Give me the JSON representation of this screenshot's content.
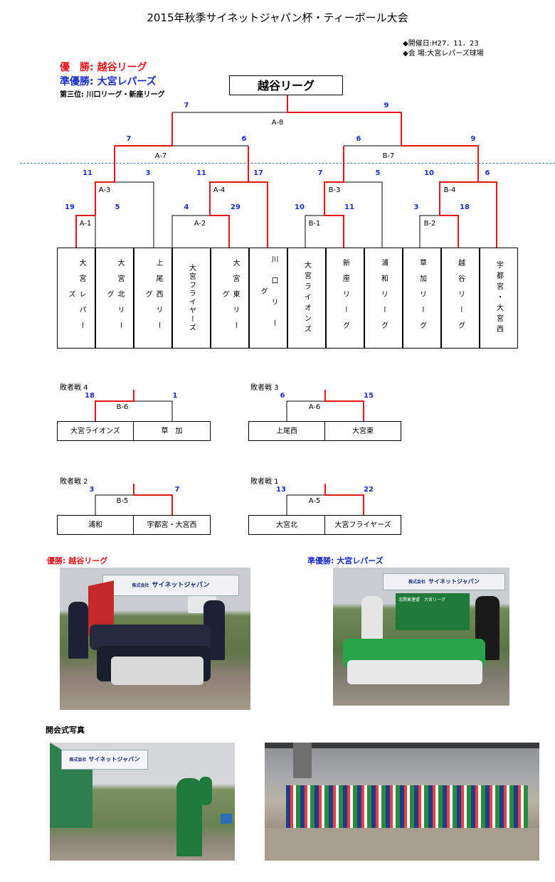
{
  "title": "2015年秋季サイネットジャパン杯・ティーボール大会",
  "info": {
    "date": "◆開催日:H27．11．23",
    "venue": "◆会 場:大宮レパーズ球場"
  },
  "results": {
    "champion": "優　勝: 越谷リーグ",
    "runner_up": "準優勝: 大宮レパーズ",
    "third": "第三位: 川口リーグ・新座リーグ"
  },
  "bracket": {
    "champion_box": "越谷リーグ",
    "final": {
      "label": "A-8",
      "left": "7",
      "right": "9"
    },
    "semis": [
      {
        "label": "A-7",
        "left": "7",
        "right": "6"
      },
      {
        "label": "B-7",
        "left": "6",
        "right": "9"
      }
    ],
    "quarters": [
      {
        "label": "A-3",
        "left": "11",
        "right": "3"
      },
      {
        "label": "A-4",
        "left": "11",
        "right": "17"
      },
      {
        "label": "B-3",
        "left": "7",
        "right": "5"
      },
      {
        "label": "B-4",
        "left": "10",
        "right": "6"
      }
    ],
    "firsts": [
      {
        "label": "A-1",
        "left": "19",
        "right": "5"
      },
      {
        "label": "A-2",
        "left": "4",
        "right": "29"
      },
      {
        "label": "B-1",
        "left": "10",
        "right": "11"
      },
      {
        "label": "B-2",
        "left": "3",
        "right": "18"
      }
    ],
    "teams": [
      "大宮レパーズ",
      "大宮北リーグ",
      "上尾西リーグ",
      "大宮フライヤーズ",
      "大宮東リーグ",
      "川口リーグ",
      "大宮ライオンズ",
      "新座リーグ",
      "浦和リーグ",
      "草加リーグ",
      "越谷リーグ",
      "宇都宮・大宮西"
    ]
  },
  "losers": [
    {
      "title": "敗者戦 4",
      "label": "B-6",
      "left_score": "18",
      "right_score": "1",
      "left_team": "大宮ライオンズ",
      "right_team": "草　加"
    },
    {
      "title": "敗者戦 3",
      "label": "A-6",
      "left_score": "6",
      "right_score": "15",
      "left_team": "上尾西",
      "right_team": "大宮東"
    },
    {
      "title": "敗者戦 2",
      "label": "B-5",
      "left_score": "3",
      "right_score": "7",
      "left_team": "浦和",
      "right_team": "宇都宮・大宮西"
    },
    {
      "title": "敗者戦 1",
      "label": "A-5",
      "left_score": "13",
      "right_score": "22",
      "left_team": "大宮北",
      "right_team": "大宮フライヤーズ"
    }
  ],
  "photos": {
    "champ_caption": "優勝: 越谷リーグ",
    "runner_caption": "準優勝: 大宮レパーズ",
    "opening_caption": "開会式写真",
    "banner_text": "サイネットジャパン",
    "banner_small": "株式会社",
    "flag_text": "北関東連盟　大宮リーグ"
  },
  "colors": {
    "winner_line": "#e8141c",
    "score": "#1a2fc8"
  }
}
